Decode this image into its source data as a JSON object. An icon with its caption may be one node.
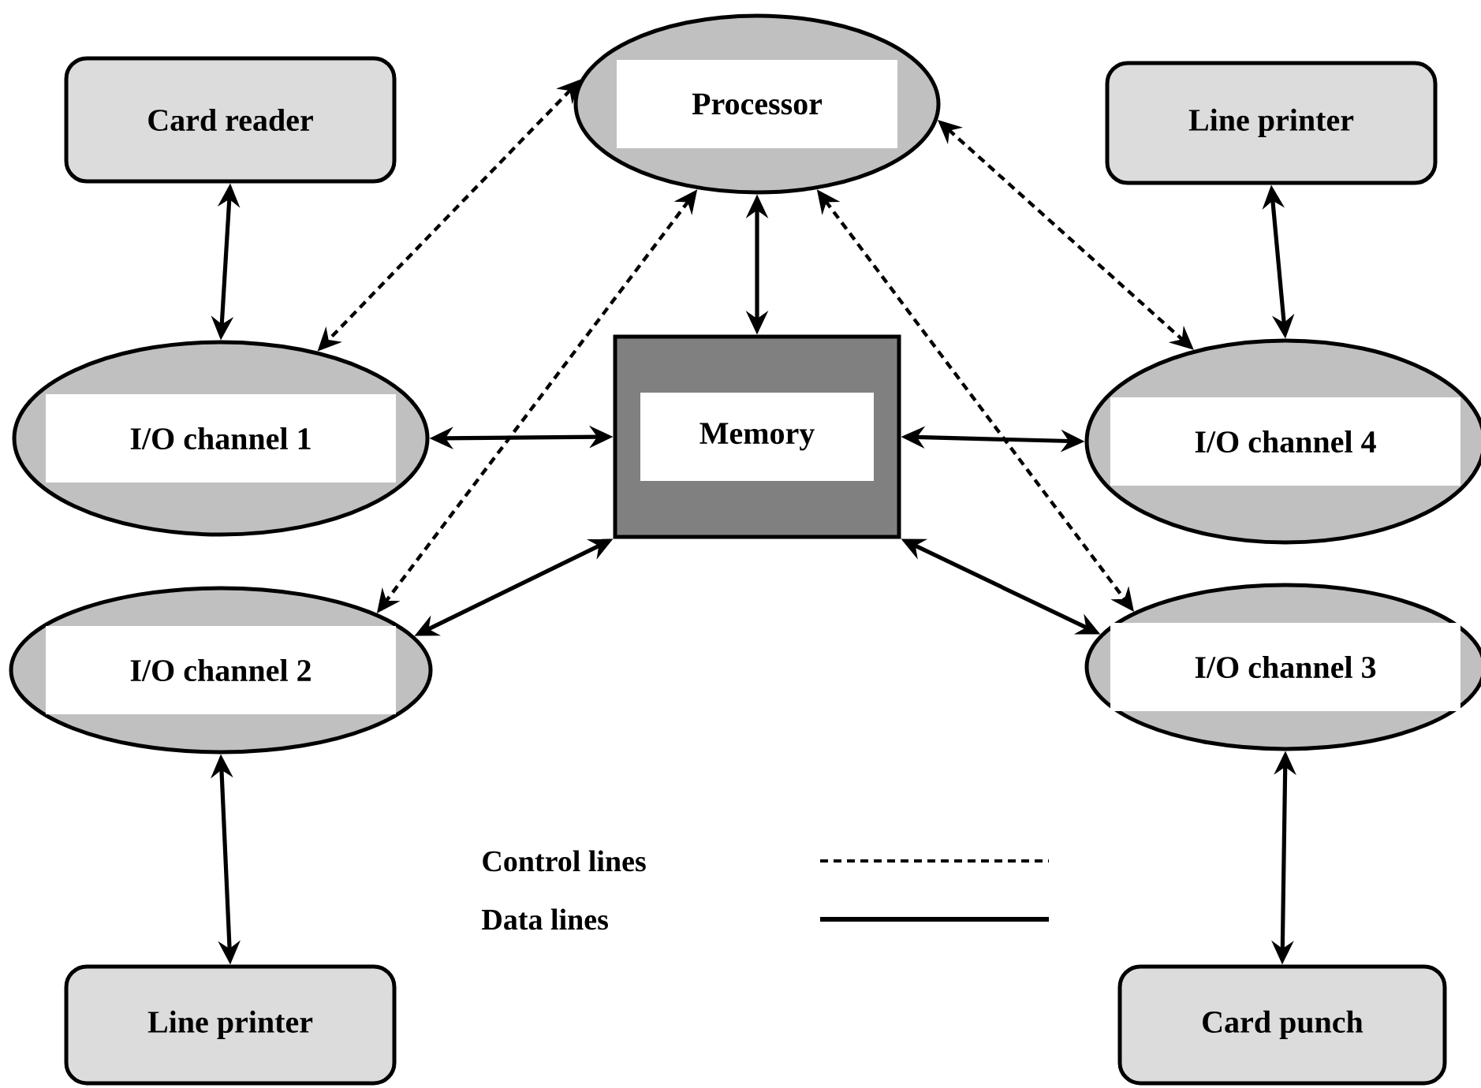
{
  "diagram": {
    "nodes": [
      {
        "text": [
          "Processor"
        ]
      },
      {
        "text": [
          "Card reader"
        ]
      },
      {
        "text": [
          "Line printer"
        ]
      },
      {
        "text": [
          "I/O channel 1"
        ]
      },
      {
        "text": [
          "Memory"
        ]
      },
      {
        "text": [
          "I/O channel 4"
        ]
      },
      {
        "text": [
          "I/O channel 2"
        ]
      },
      {
        "text": [
          "I/O channel 3"
        ]
      },
      {
        "text": [
          "Line printer"
        ]
      },
      {
        "text": [
          "Card punch"
        ]
      }
    ],
    "edges": [
      {
        "from": 1,
        "to": 3,
        "arrow": "both"
      },
      {
        "from": 2,
        "to": 5,
        "arrow": "both"
      },
      {
        "from": 0,
        "to": 4,
        "arrow": "both"
      },
      {
        "from": 3,
        "to": 4,
        "arrow": "both"
      },
      {
        "from": 4,
        "to": 5,
        "arrow": "both"
      },
      {
        "from": 4,
        "to": 6,
        "arrow": "both"
      },
      {
        "from": 4,
        "to": 7,
        "arrow": "both"
      },
      {
        "from": 6,
        "to": 8,
        "arrow": "both"
      },
      {
        "from": 7,
        "to": 9,
        "arrow": "both"
      },
      {
        "from": 0,
        "to": 3,
        "arrow": "both",
        "style": "dashed"
      },
      {
        "from": 0,
        "to": 6,
        "arrow": "both",
        "style": "dashed"
      },
      {
        "from": 0,
        "to": 5,
        "arrow": "both",
        "style": "dashed"
      },
      {
        "from": 0,
        "to": 7,
        "arrow": "both",
        "style": "dashed"
      }
    ],
    "legend": [
      {
        "text": "Control lines"
      },
      {
        "text": "Data lines"
      }
    ]
  }
}
